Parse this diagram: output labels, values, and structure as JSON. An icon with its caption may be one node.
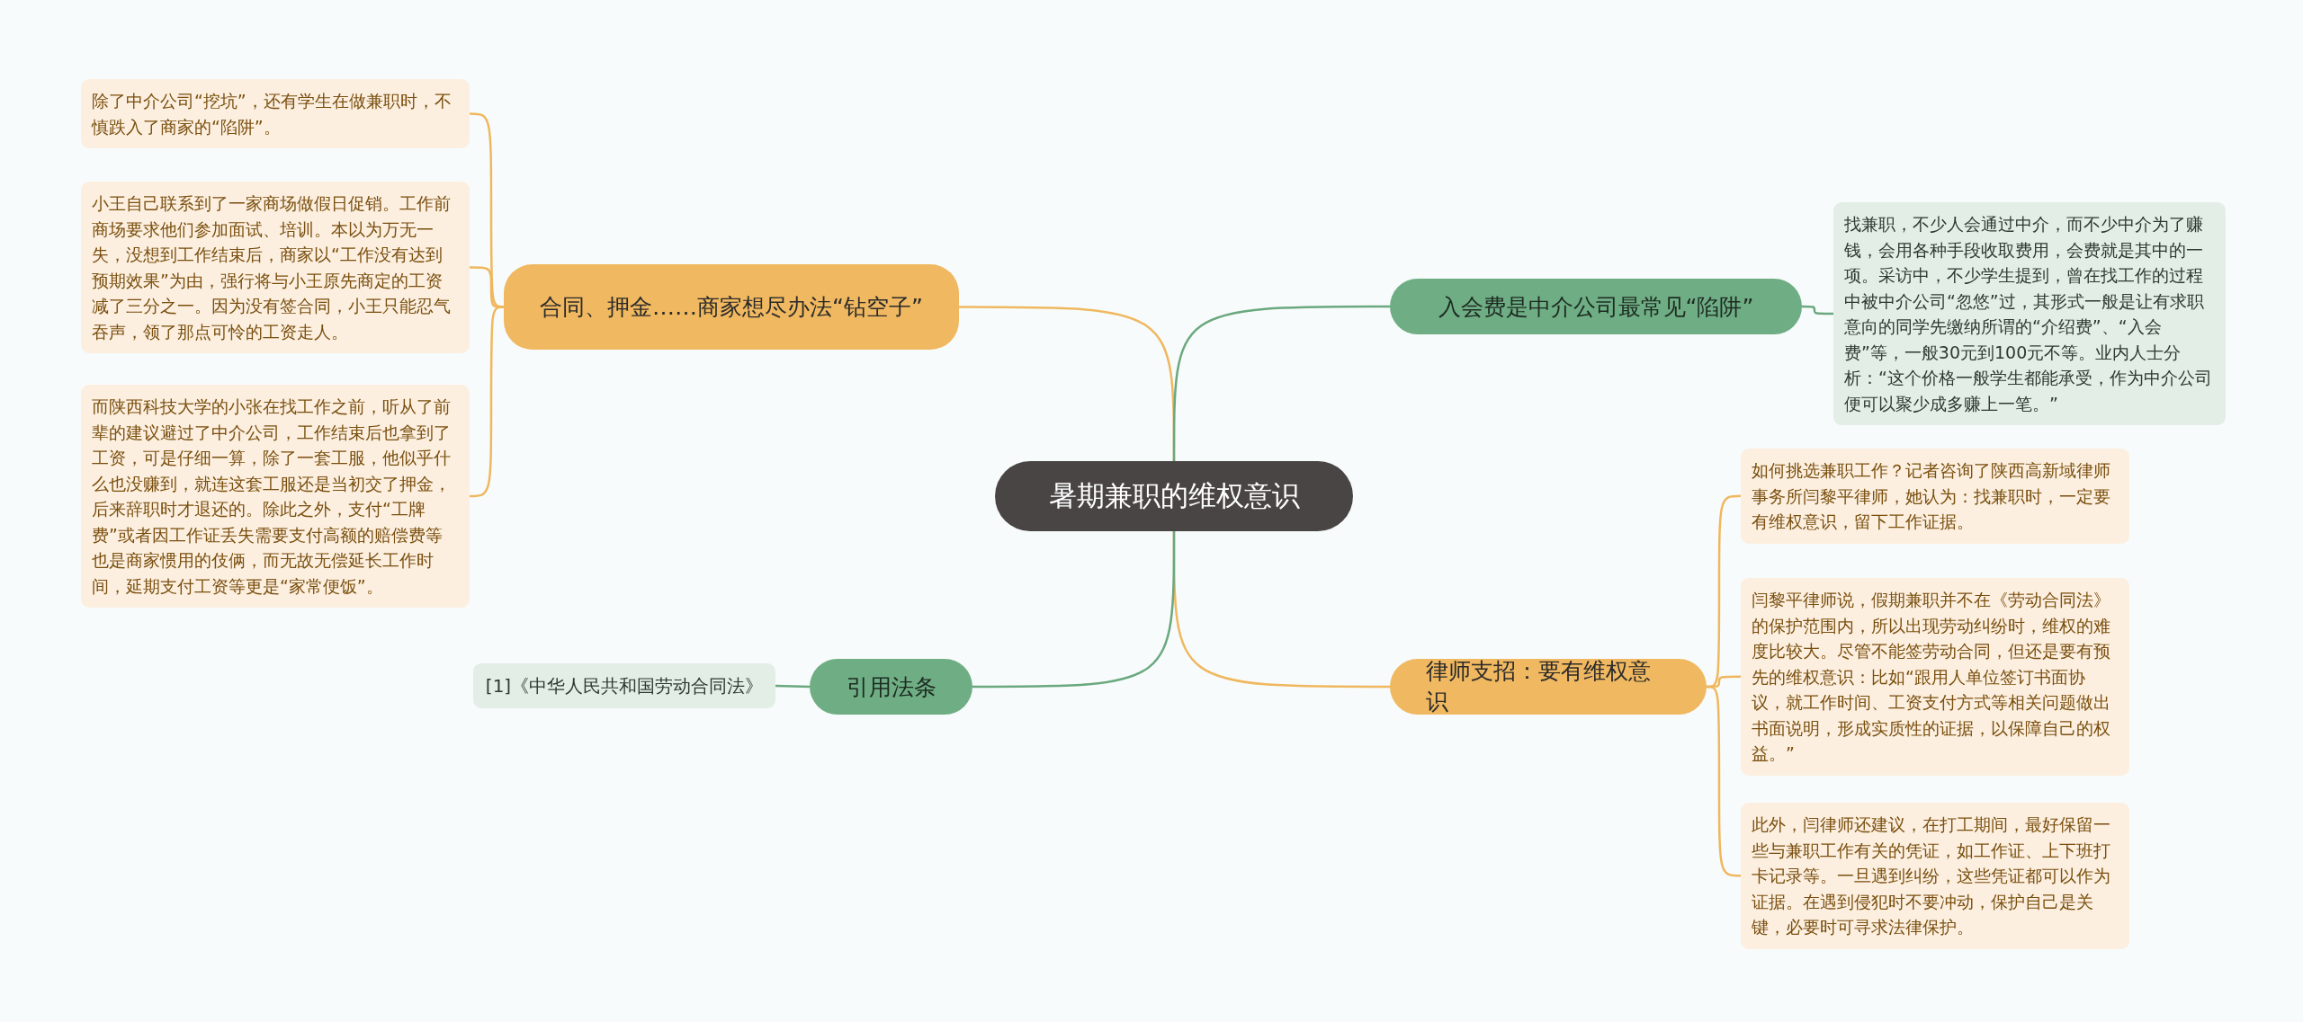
{
  "diagram": {
    "nodes": [
      {
        "text": [
          "暑期兼职的维权意识"
        ]
      },
      {
        "text": [
          "合同、押金……商家想尽办法“钻空子”"
        ]
      },
      {
        "text": [
          "除了中介公司“挖坑”，还有学生在做兼职时，不慎跌入了商家的“陷阱”。"
        ]
      },
      {
        "text": [
          "小王自己联系到了一家商场做假日促销。工作前商场要求他们参加面试、培训。本以为万无一失，没想到工作结束后，商家以“工作没有达到预期效果”为由，强行将与小王原先商定的工资减了三分之一。因为没有签合同，小王只能忍气吞声，领了那点可怜的工资走人。"
        ]
      },
      {
        "text": [
          "而陕西科技大学的小张在找工作之前，听从了前辈的建议避过了中介公司，工作结束后也拿到了工资，可是仔细一算，除了一套工服，他似乎什么也没赚到，就连这套工服还是当初交了押金，后来辞职时才退还的。除此之外，支付“工牌费”或者因工作证丢失需要支付高额的赔偿费等也是商家惯用的伎俩，而无故无偿延长工作时间，延期支付工资等更是“家常便饭”。"
        ]
      },
      {
        "text": [
          "入会费是中介公司最常见“陷阱”"
        ]
      },
      {
        "text": [
          "找兼职，不少人会通过中介，而不少中介为了赚钱，会用各种手段收取费用，会费就是其中的一项。采访中，不少学生提到，曾在找工作的过程中被中介公司“忽悠”过，其形式一般是让有求职意向的同学先缴纳所谓的“介绍费”、“入会费”等，一般30元到100元不等。业内人士分析：“这个价格一般学生都能承受，作为中介公司便可以聚少成多赚上一笔。”"
        ]
      },
      {
        "text": [
          "律师支招：要有维权意识"
        ]
      },
      {
        "text": [
          "如何挑选兼职工作？记者咨询了陕西高新域律师事务所闫黎平律师，她认为：找兼职时，一定要有维权意识，留下工作证据。"
        ]
      },
      {
        "text": [
          "闫黎平律师说，假期兼职并不在《劳动合同法》的保护范围内，所以出现劳动纠纷时，维权的难度比较大。尽管不能签劳动合同，但还是要有预先的维权意识：比如“跟用人单位签订书面协议，就工作时间、工资支付方式等相关问题做出书面说明，形成实质性的证据，以保障自己的权益。”"
        ]
      },
      {
        "text": [
          "此外，闫律师还建议，在打工期间，最好保留一些与兼职工作有关的凭证，如工作证、上下班打卡记录等。一旦遇到纠纷，这些凭证都可以作为证据。在遇到侵犯时不要冲动，保护自己是关键，必要时可寻求法律保护。"
        ]
      },
      {
        "text": [
          "引用法条"
        ]
      },
      {
        "text": [
          "[1]《中华人民共和国劳动合同法》"
        ]
      }
    ],
    "edges": [
      {
        "from": 0,
        "to": 1,
        "arrow": "none",
        "color": "#efb85f"
      },
      {
        "from": 1,
        "to": 2,
        "arrow": "none",
        "color": "#efb85f"
      },
      {
        "from": 1,
        "to": 3,
        "arrow": "none",
        "color": "#efb85f"
      },
      {
        "from": 1,
        "to": 4,
        "arrow": "none",
        "color": "#efb85f"
      },
      {
        "from": 0,
        "to": 5,
        "arrow": "none",
        "color": "#6aa87e"
      },
      {
        "from": 5,
        "to": 6,
        "arrow": "none",
        "color": "#6aa87e"
      },
      {
        "from": 0,
        "to": 7,
        "arrow": "none",
        "color": "#efb85f"
      },
      {
        "from": 7,
        "to": 8,
        "arrow": "none",
        "color": "#efb85f"
      },
      {
        "from": 7,
        "to": 9,
        "arrow": "none",
        "color": "#efb85f"
      },
      {
        "from": 7,
        "to": 10,
        "arrow": "none",
        "color": "#efb85f"
      },
      {
        "from": 0,
        "to": 11,
        "arrow": "none",
        "color": "#6aa87e"
      },
      {
        "from": 11,
        "to": 12,
        "arrow": "none",
        "color": "#6aa87e"
      }
    ]
  }
}
